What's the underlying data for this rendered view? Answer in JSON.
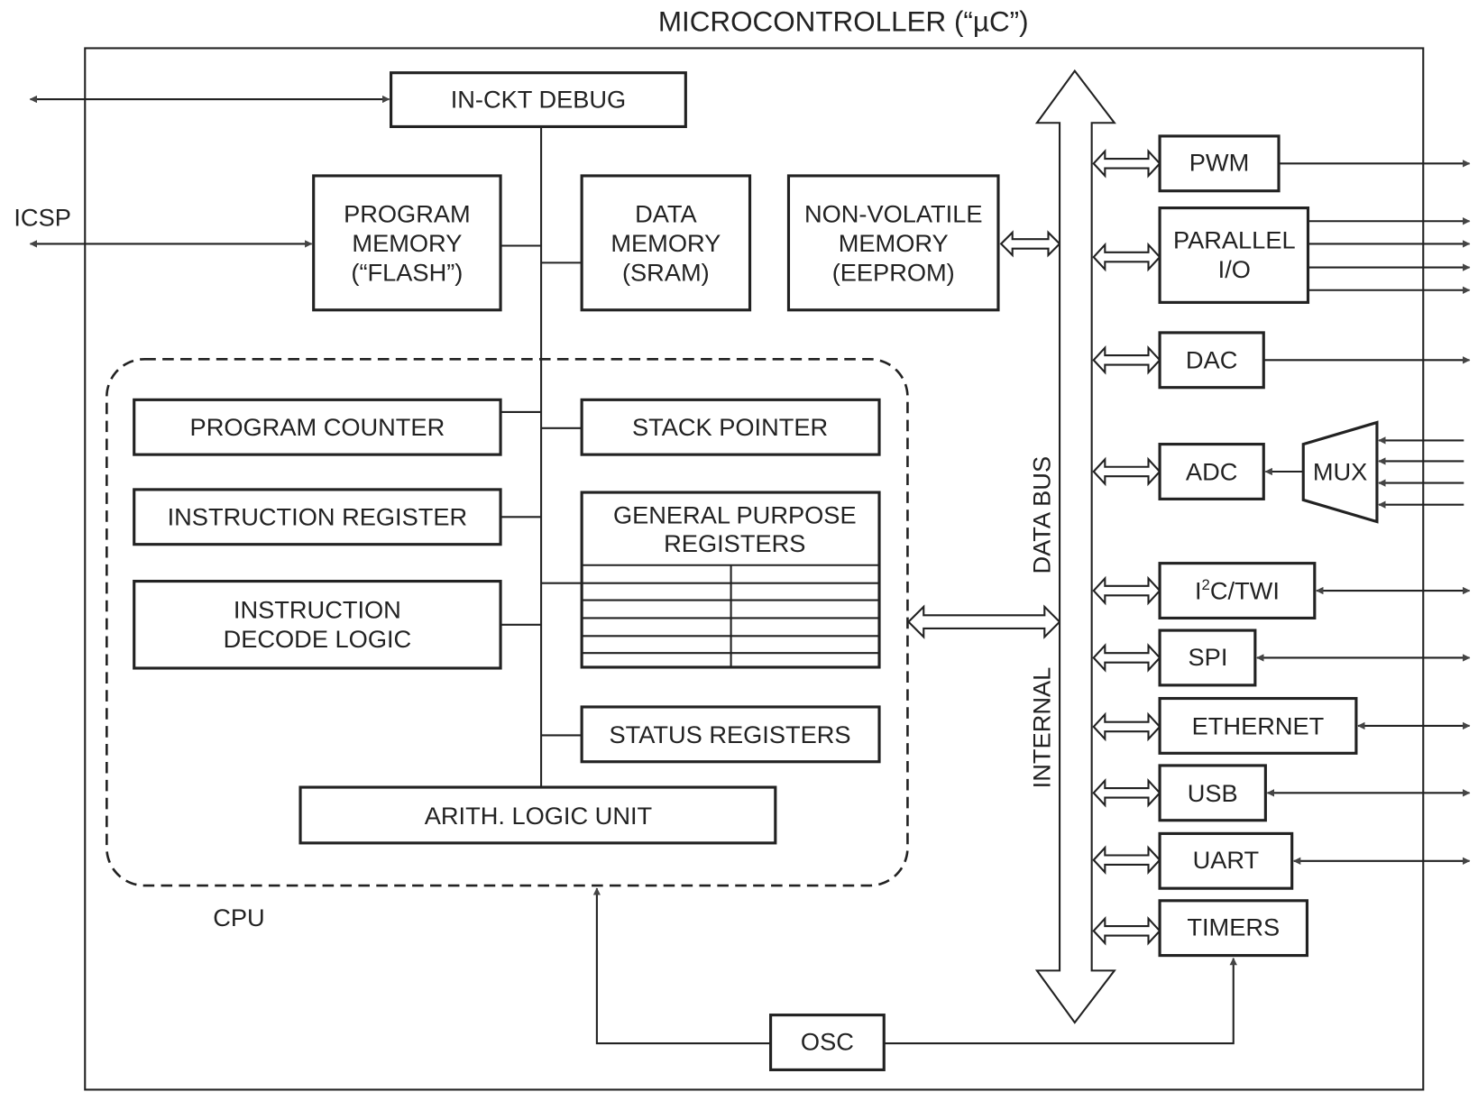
{
  "title": "MICROCONTROLLER  (“µC”)",
  "external_labels": {
    "icsp": "ICSP"
  },
  "memory": {
    "debug": "IN-CKT DEBUG",
    "program": [
      "PROGRAM",
      "MEMORY",
      "(“FLASH”)"
    ],
    "data": [
      "DATA",
      "MEMORY",
      "(SRAM)"
    ],
    "nonvolatile": [
      "NON-VOLATILE",
      "MEMORY",
      "(EEPROM)"
    ]
  },
  "cpu": {
    "label": "CPU",
    "program_counter": "PROGRAM COUNTER",
    "instruction_register": "INSTRUCTION REGISTER",
    "decode_logic": [
      "INSTRUCTION",
      "DECODE LOGIC"
    ],
    "stack_pointer": "STACK POINTER",
    "gp_registers": [
      "GENERAL PURPOSE",
      "REGISTERS"
    ],
    "status_registers": "STATUS REGISTERS",
    "alu": "ARITH. LOGIC UNIT"
  },
  "bus": {
    "label_top": "DATA BUS",
    "label_bottom": "INTERNAL"
  },
  "peripherals": {
    "pwm": "PWM",
    "parallel_io": [
      "PARALLEL",
      "I/O"
    ],
    "dac": "DAC",
    "adc": "ADC",
    "mux": "MUX",
    "i2c": {
      "main": "I",
      "sup": "2",
      "rest": "C/TWI"
    },
    "spi": "SPI",
    "ethernet": "ETHERNET",
    "usb": "USB",
    "uart": "UART",
    "timers": "TIMERS"
  },
  "clock": {
    "osc": "OSC"
  }
}
